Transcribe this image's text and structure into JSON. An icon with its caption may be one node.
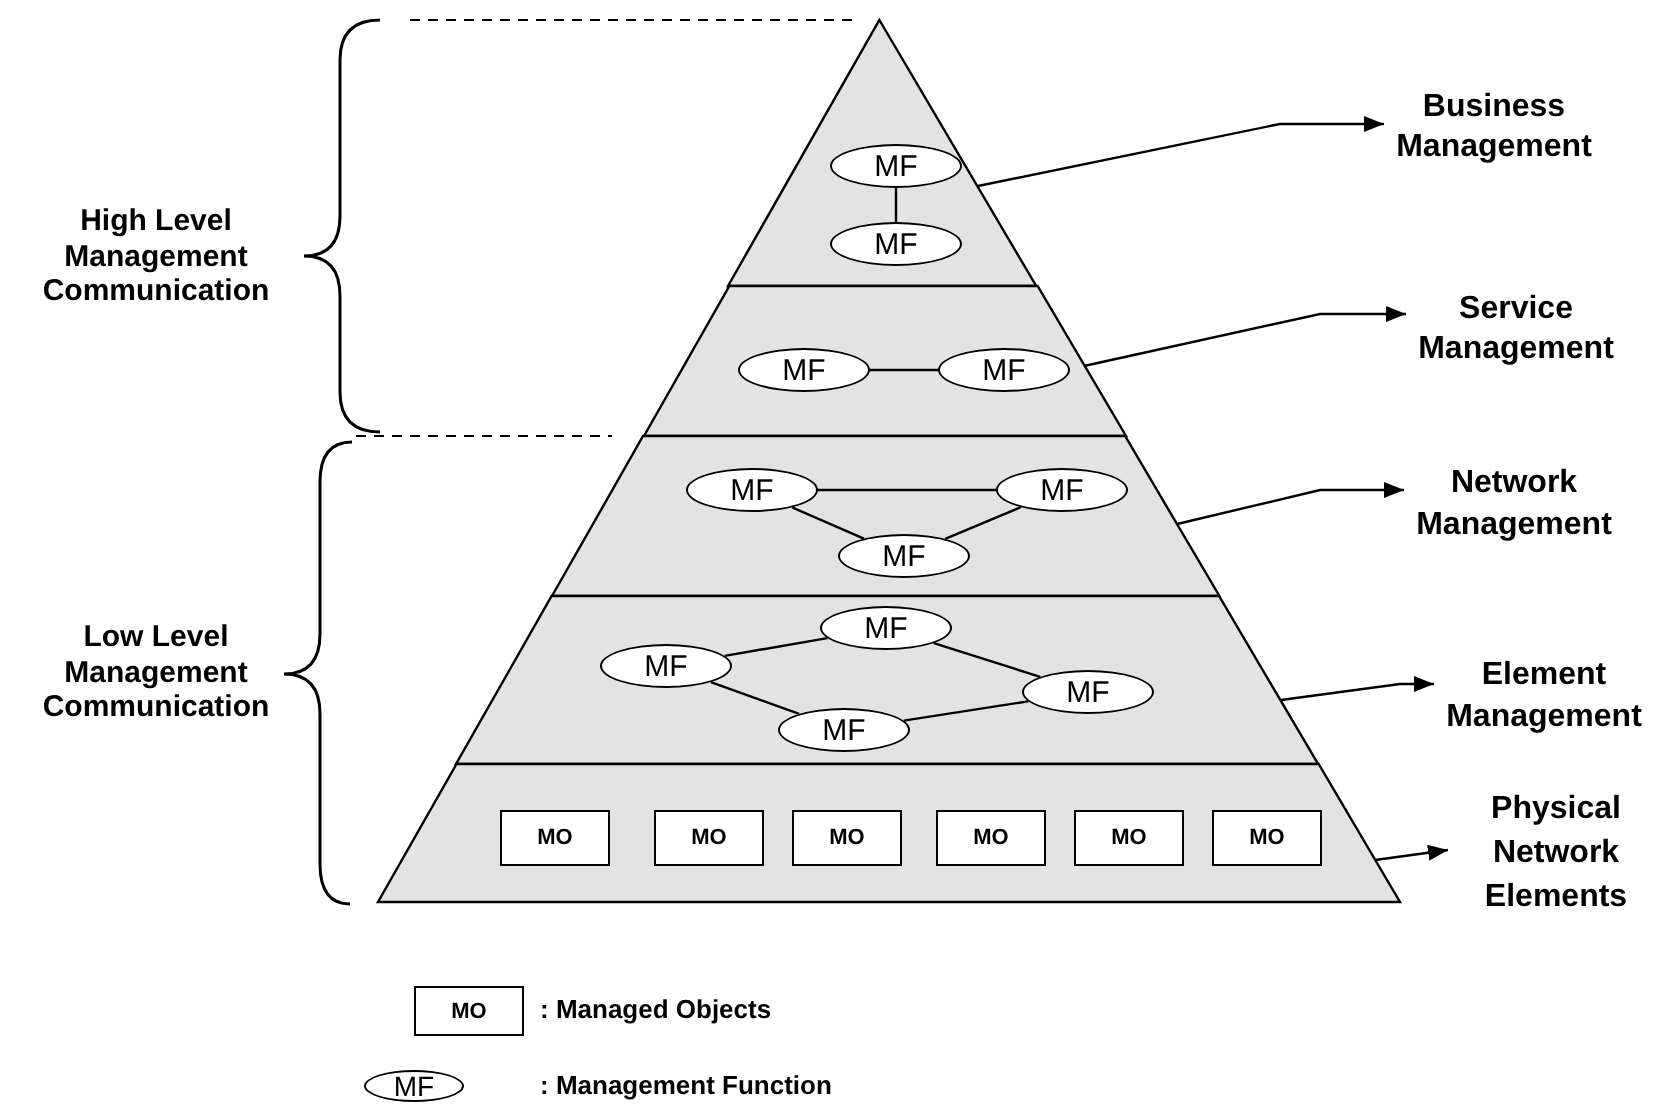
{
  "diagram": {
    "nodes": [
      {
        "text": [],
        "shape": "triangle"
      },
      {
        "text": [
          "MF"
        ],
        "in": 0
      },
      {
        "text": [
          "MF"
        ],
        "in": 0
      },
      {
        "text": [],
        "shape": "trapezoid"
      },
      {
        "text": [
          "MF"
        ],
        "in": 3
      },
      {
        "text": [
          "MF"
        ],
        "in": 3
      },
      {
        "text": [],
        "shape": "trapezoid"
      },
      {
        "text": [
          "MF"
        ],
        "in": 6
      },
      {
        "text": [
          "MF"
        ],
        "in": 6
      },
      {
        "text": [
          "MF"
        ],
        "in": 6
      },
      {
        "text": [],
        "shape": "trapezoid"
      },
      {
        "text": [
          "MF"
        ],
        "in": 10
      },
      {
        "text": [
          "MF"
        ],
        "in": 10
      },
      {
        "text": [
          "MF"
        ],
        "in": 10
      },
      {
        "text": [
          "MF"
        ],
        "in": 10
      },
      {
        "text": [],
        "shape": "trapezoid"
      },
      {
        "text": [
          "MO"
        ],
        "in": 15
      },
      {
        "text": [
          "MO"
        ],
        "in": 15
      },
      {
        "text": [
          "MO"
        ],
        "in": 15
      },
      {
        "text": [
          "MO"
        ],
        "in": 15
      },
      {
        "text": [
          "MO"
        ],
        "in": 15
      },
      {
        "text": [
          "MO"
        ],
        "in": 15
      },
      {
        "text": [
          "Business Management"
        ]
      },
      {
        "text": [
          "Service Management"
        ]
      },
      {
        "text": [
          "Network Management"
        ]
      },
      {
        "text": [
          "Element Management"
        ]
      },
      {
        "text": [
          "Physical Network Elements"
        ]
      }
    ],
    "edges": [
      {
        "from": 1,
        "to": 2,
        "arrow": "none"
      },
      {
        "from": 4,
        "to": 5,
        "arrow": "none"
      },
      {
        "from": 7,
        "to": 8,
        "arrow": "none"
      },
      {
        "from": 7,
        "to": 9,
        "arrow": "none"
      },
      {
        "from": 9,
        "to": 8,
        "arrow": "none"
      },
      {
        "from": 12,
        "to": 11,
        "arrow": "none"
      },
      {
        "from": 11,
        "to": 13,
        "arrow": "none"
      },
      {
        "from": 12,
        "to": 14,
        "arrow": "none"
      },
      {
        "from": 14,
        "to": 13,
        "arrow": "none"
      },
      {
        "from": 0,
        "to": 22,
        "arrow": "to"
      },
      {
        "from": 3,
        "to": 23,
        "arrow": "to"
      },
      {
        "from": 6,
        "to": 24,
        "arrow": "to"
      },
      {
        "from": 10,
        "to": 25,
        "arrow": "to"
      },
      {
        "from": 15,
        "to": 26,
        "arrow": "to"
      }
    ],
    "labels": [
      "High Level Management Communication",
      "Low Level Management Communication",
      "MO",
      "MF"
    ],
    "legend": [
      {
        "text": ": Managed Objects"
      },
      {
        "text": ": Management Function"
      }
    ]
  }
}
